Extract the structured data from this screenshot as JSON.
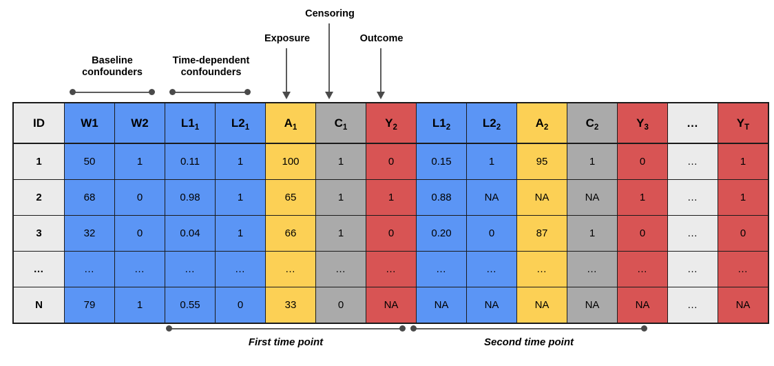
{
  "annotations": {
    "top": [
      {
        "id": "baseline-confounders",
        "text": "Baseline\nconfounders"
      },
      {
        "id": "time-dependent-confounders",
        "text": "Time-dependent\nconfounders"
      },
      {
        "id": "exposure",
        "text": "Exposure"
      },
      {
        "id": "censoring",
        "text": "Censoring"
      },
      {
        "id": "outcome",
        "text": "Outcome"
      }
    ],
    "bottom": [
      {
        "id": "first-time-point",
        "text": "First time point"
      },
      {
        "id": "second-time-point",
        "text": "Second time point"
      }
    ]
  },
  "table": {
    "columns": [
      {
        "key": "ID",
        "base": "ID",
        "sub": "",
        "color": "c-grey"
      },
      {
        "key": "W1",
        "base": "W1",
        "sub": "",
        "color": "c-blue"
      },
      {
        "key": "W2",
        "base": "W2",
        "sub": "",
        "color": "c-blue"
      },
      {
        "key": "L1_1",
        "base": "L1",
        "sub": "1",
        "color": "c-blue"
      },
      {
        "key": "L2_1",
        "base": "L2",
        "sub": "1",
        "color": "c-blue"
      },
      {
        "key": "A_1",
        "base": "A",
        "sub": "1",
        "color": "c-yellow"
      },
      {
        "key": "C_1",
        "base": "C",
        "sub": "1",
        "color": "c-silver"
      },
      {
        "key": "Y_2",
        "base": "Y",
        "sub": "2",
        "color": "c-red"
      },
      {
        "key": "L1_2",
        "base": "L1",
        "sub": "2",
        "color": "c-blue"
      },
      {
        "key": "L2_2",
        "base": "L2",
        "sub": "2",
        "color": "c-blue"
      },
      {
        "key": "A_2",
        "base": "A",
        "sub": "2",
        "color": "c-yellow"
      },
      {
        "key": "C_2",
        "base": "C",
        "sub": "2",
        "color": "c-silver"
      },
      {
        "key": "Y_3",
        "base": "Y",
        "sub": "3",
        "color": "c-red"
      },
      {
        "key": "dots",
        "base": "…",
        "sub": "",
        "color": "c-grey"
      },
      {
        "key": "Y_T",
        "base": "Y",
        "sub": "T",
        "color": "c-red"
      }
    ],
    "rows": [
      [
        "1",
        "50",
        "1",
        "0.11",
        "1",
        "100",
        "1",
        "0",
        "0.15",
        "1",
        "95",
        "1",
        "0",
        "…",
        "1"
      ],
      [
        "2",
        "68",
        "0",
        "0.98",
        "1",
        "65",
        "1",
        "1",
        "0.88",
        "NA",
        "NA",
        "NA",
        "1",
        "…",
        "1"
      ],
      [
        "3",
        "32",
        "0",
        "0.04",
        "1",
        "66",
        "1",
        "0",
        "0.20",
        "0",
        "87",
        "1",
        "0",
        "…",
        "0"
      ],
      [
        "…",
        "…",
        "…",
        "…",
        "…",
        "…",
        "…",
        "…",
        "…",
        "…",
        "…",
        "…",
        "…",
        "…",
        "…"
      ],
      [
        "N",
        "79",
        "1",
        "0.55",
        "0",
        "33",
        "0",
        "NA",
        "NA",
        "NA",
        "NA",
        "NA",
        "NA",
        "…",
        "NA"
      ]
    ]
  },
  "colors": {
    "grey": "#ebebeb",
    "blue": "#5b95f5",
    "yellow": "#fcd055",
    "silver": "#aaaaaa",
    "red": "#d85454",
    "border": "#1a1a1a",
    "connector": "#5b5b5b"
  }
}
